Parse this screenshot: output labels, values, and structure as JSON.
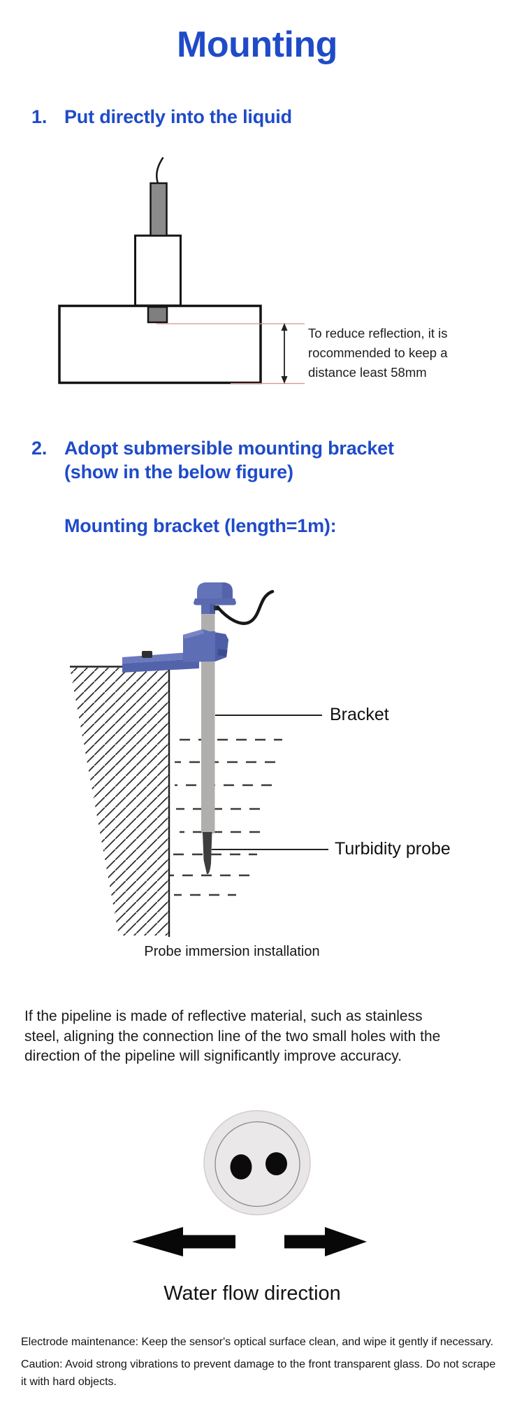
{
  "title": "Mounting",
  "section1": {
    "number": "1.",
    "heading": "Put directly into the liquid",
    "figure": {
      "annotation_lines": [
        "To reduce reflection, it is",
        "rocommended to keep a",
        "distance least 58mm"
      ]
    }
  },
  "section2": {
    "number": "2.",
    "heading_line1": "Adopt submersible mounting bracket",
    "heading_line2": "(show in the below figure)",
    "subheading": "Mounting bracket (length=1m):",
    "figure": {
      "bracket_label": "Bracket",
      "probe_label": "Turbidity probe",
      "caption": "Probe immersion installation"
    }
  },
  "pipeline_note": {
    "lines": [
      "If the pipeline is made of reflective material, such as stainless",
      "steel, aligning the connection line of the two small holes with the",
      "direction of the pipeline will significantly improve accuracy."
    ]
  },
  "water_flow": {
    "caption": "Water flow direction"
  },
  "footer_notes": {
    "electrode": "Electrode maintenance: Keep the sensor's optical surface clean, and wipe it gently if necessary.",
    "caution_lines": [
      "Caution: Avoid strong vibrations to prevent damage to the front transparent glass. Do not scrape",
      "it with hard objects."
    ]
  },
  "colors": {
    "heading_blue": "#1f4bc8",
    "body_text": "#1b1b1b",
    "annotation_line_red": "#d98f8f",
    "bracket_blue": "#5d6db3",
    "pole_gray": "#b0afad"
  }
}
